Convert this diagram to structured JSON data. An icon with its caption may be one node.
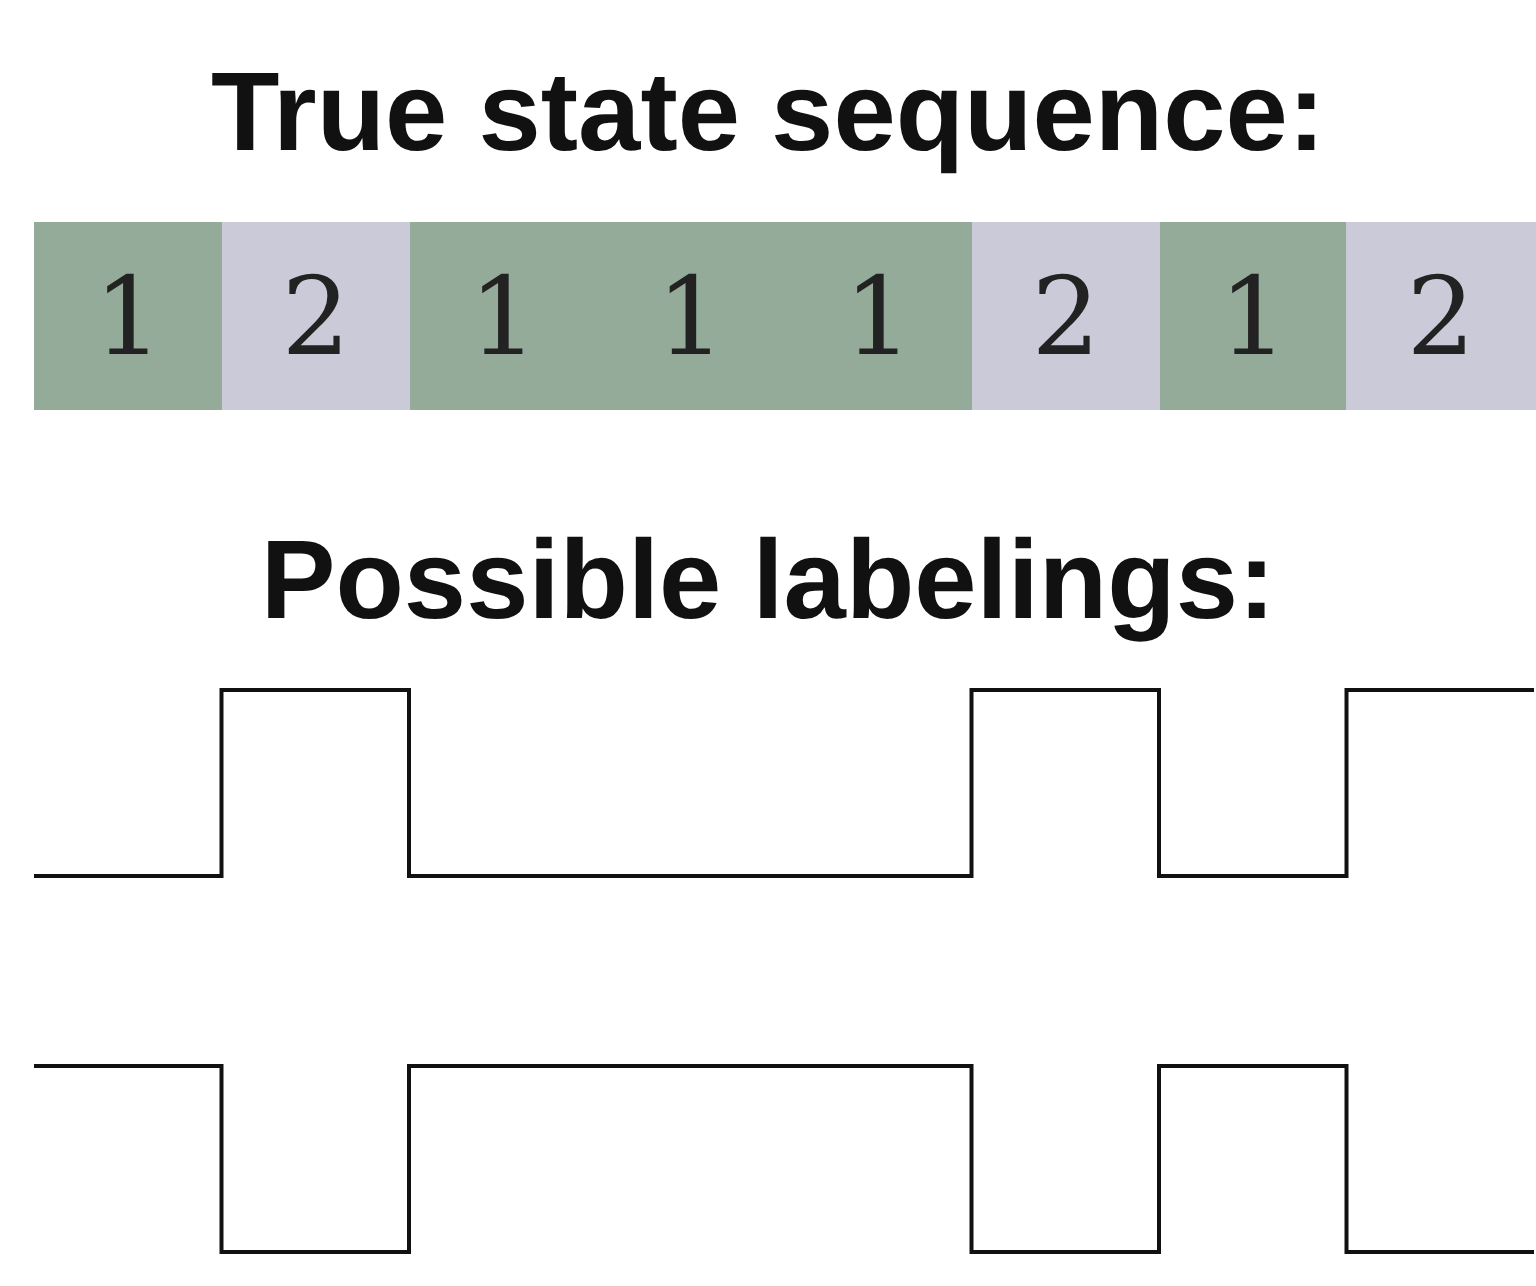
{
  "diagram": {
    "title": "True state sequence:",
    "nodes": [
      {
        "text": [
          "1"
        ]
      },
      {
        "text": [
          "2"
        ]
      },
      {
        "text": [
          "1"
        ]
      },
      {
        "text": [
          "1"
        ]
      },
      {
        "text": [
          "1"
        ]
      },
      {
        "text": [
          "2"
        ]
      },
      {
        "text": [
          "1"
        ]
      },
      {
        "text": [
          "2"
        ]
      }
    ],
    "labels": [
      "Possible labelings:"
    ]
  }
}
